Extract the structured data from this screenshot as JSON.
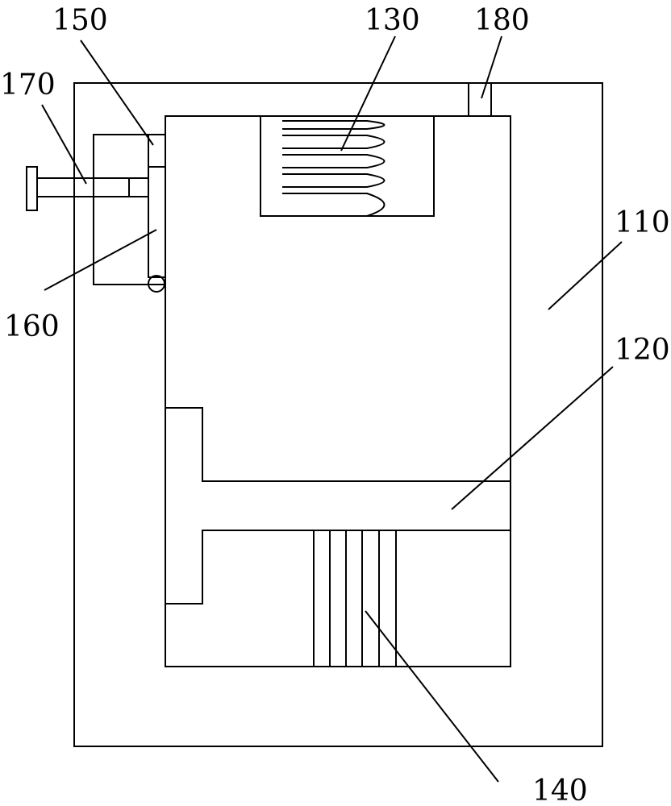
{
  "figure": {
    "labels": {
      "l110": "110",
      "l120": "120",
      "l130": "130",
      "l140": "140",
      "l150": "150",
      "l160": "160",
      "l170": "170",
      "l180": "180"
    }
  }
}
